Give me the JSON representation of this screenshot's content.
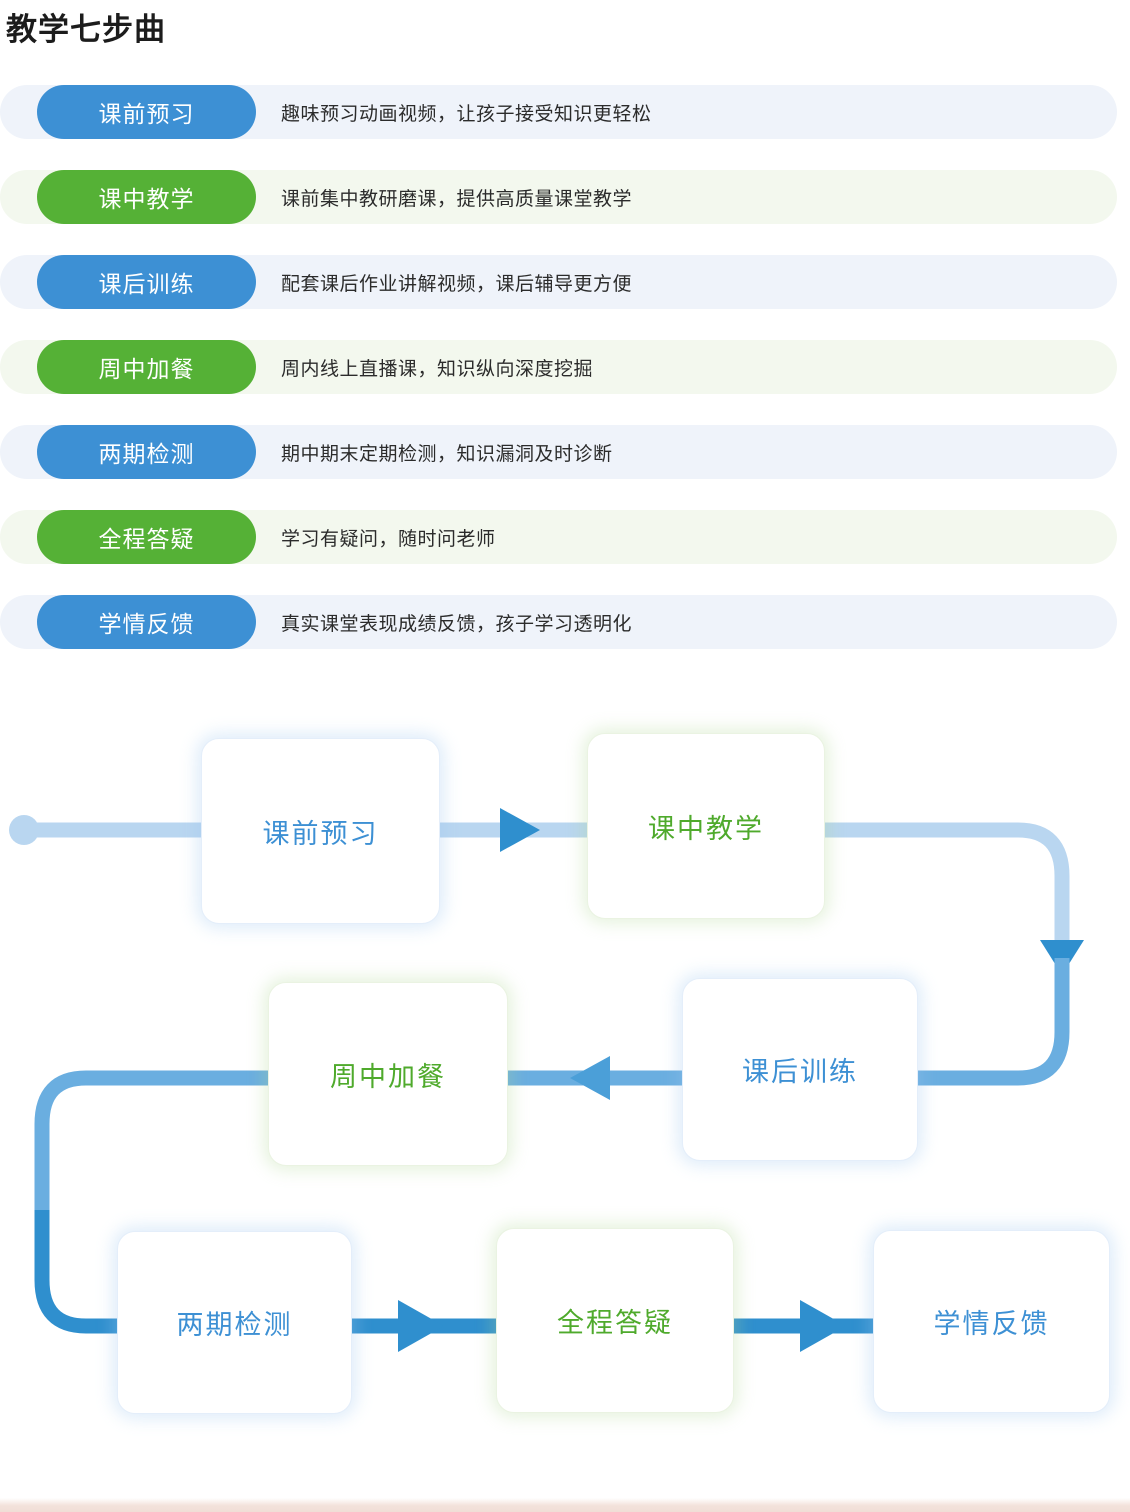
{
  "page": {
    "title": "教学七步曲",
    "colors": {
      "blue_pill": "#3d90d4",
      "green_pill": "#55b136",
      "blue_row_bg": "#eff3fa",
      "green_row_bg": "#f3f8ee",
      "flow_line_light": "#b9d6f0",
      "flow_line_mid": "#6aaee0",
      "flow_line_strong": "#2f8fce",
      "arrow_blue": "#2f8fce",
      "node_blue_text": "#3d90d4",
      "node_green_text": "#4faa2c",
      "bottom_strip": "#f3e2db"
    }
  },
  "steps": [
    {
      "label": "课前预习",
      "desc": "趣味预习动画视频，让孩子接受知识更轻松",
      "tone": "blue"
    },
    {
      "label": "课中教学",
      "desc": "课前集中教研磨课，提供高质量课堂教学",
      "tone": "green"
    },
    {
      "label": "课后训练",
      "desc": "配套课后作业讲解视频，课后辅导更方便",
      "tone": "blue"
    },
    {
      "label": "周中加餐",
      "desc": "周内线上直播课，知识纵向深度挖掘",
      "tone": "green"
    },
    {
      "label": "两期检测",
      "desc": "期中期末定期检测，知识漏洞及时诊断",
      "tone": "blue"
    },
    {
      "label": "全程答疑",
      "desc": "学习有疑问，随时问老师",
      "tone": "green"
    },
    {
      "label": "学情反馈",
      "desc": "真实课堂表现成绩反馈，孩子学习透明化",
      "tone": "blue"
    }
  ],
  "flow": {
    "nodes": [
      {
        "id": "n1",
        "label": "课前预习",
        "tone": "blue"
      },
      {
        "id": "n2",
        "label": "课中教学",
        "tone": "green"
      },
      {
        "id": "n3",
        "label": "课后训练",
        "tone": "blue"
      },
      {
        "id": "n4",
        "label": "周中加餐",
        "tone": "green"
      },
      {
        "id": "n5",
        "label": "两期检测",
        "tone": "blue"
      },
      {
        "id": "n6",
        "label": "全程答疑",
        "tone": "green"
      },
      {
        "id": "n7",
        "label": "学情反馈",
        "tone": "blue"
      }
    ],
    "order": [
      "课前预习",
      "课中教学",
      "课后训练",
      "周中加餐",
      "两期检测",
      "全程答疑",
      "学情反馈"
    ],
    "start_marker": "circle-dot",
    "direction_row1": "left-to-right",
    "direction_row2": "right-to-left",
    "direction_row3": "left-to-right"
  }
}
